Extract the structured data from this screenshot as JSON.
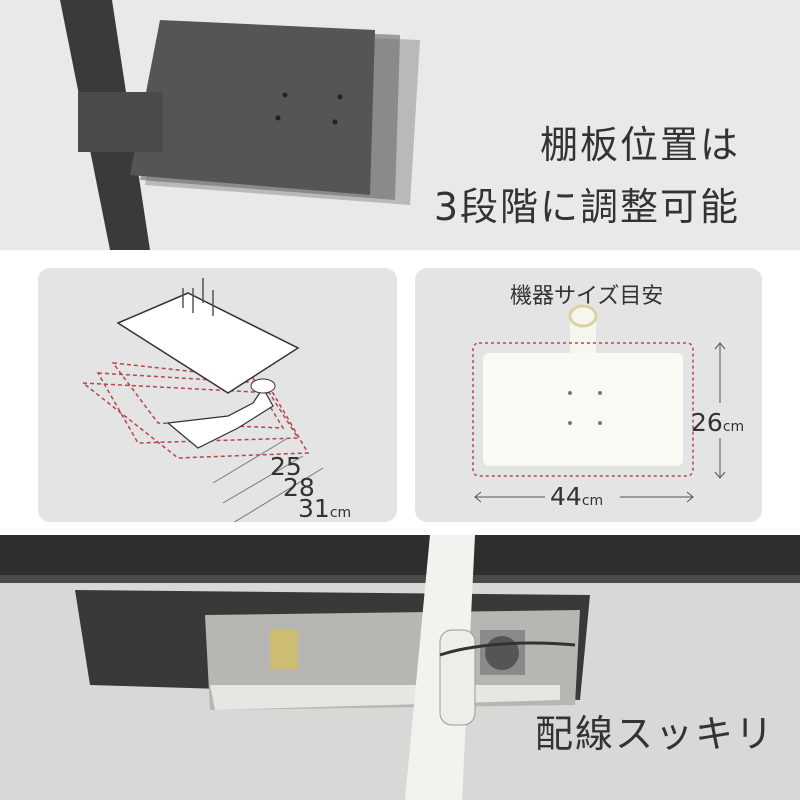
{
  "top": {
    "headline_line1": "棚板位置は",
    "headline_line2": "3段階に調整可能"
  },
  "left_panel": {
    "dims": [
      {
        "value": "25",
        "unit": ""
      },
      {
        "value": "28",
        "unit": ""
      },
      {
        "value": "31",
        "unit": "cm"
      }
    ]
  },
  "right_panel": {
    "title": "機器サイズ目安",
    "height_value": "26",
    "width_value": "44",
    "unit": "cm"
  },
  "bottom": {
    "caption": "配線スッキリ"
  },
  "colors": {
    "dash": "#b5464b",
    "panel": "#e4e4e4",
    "pole_dark": "#3a3a3a",
    "pole_white": "#f2f2ee"
  }
}
